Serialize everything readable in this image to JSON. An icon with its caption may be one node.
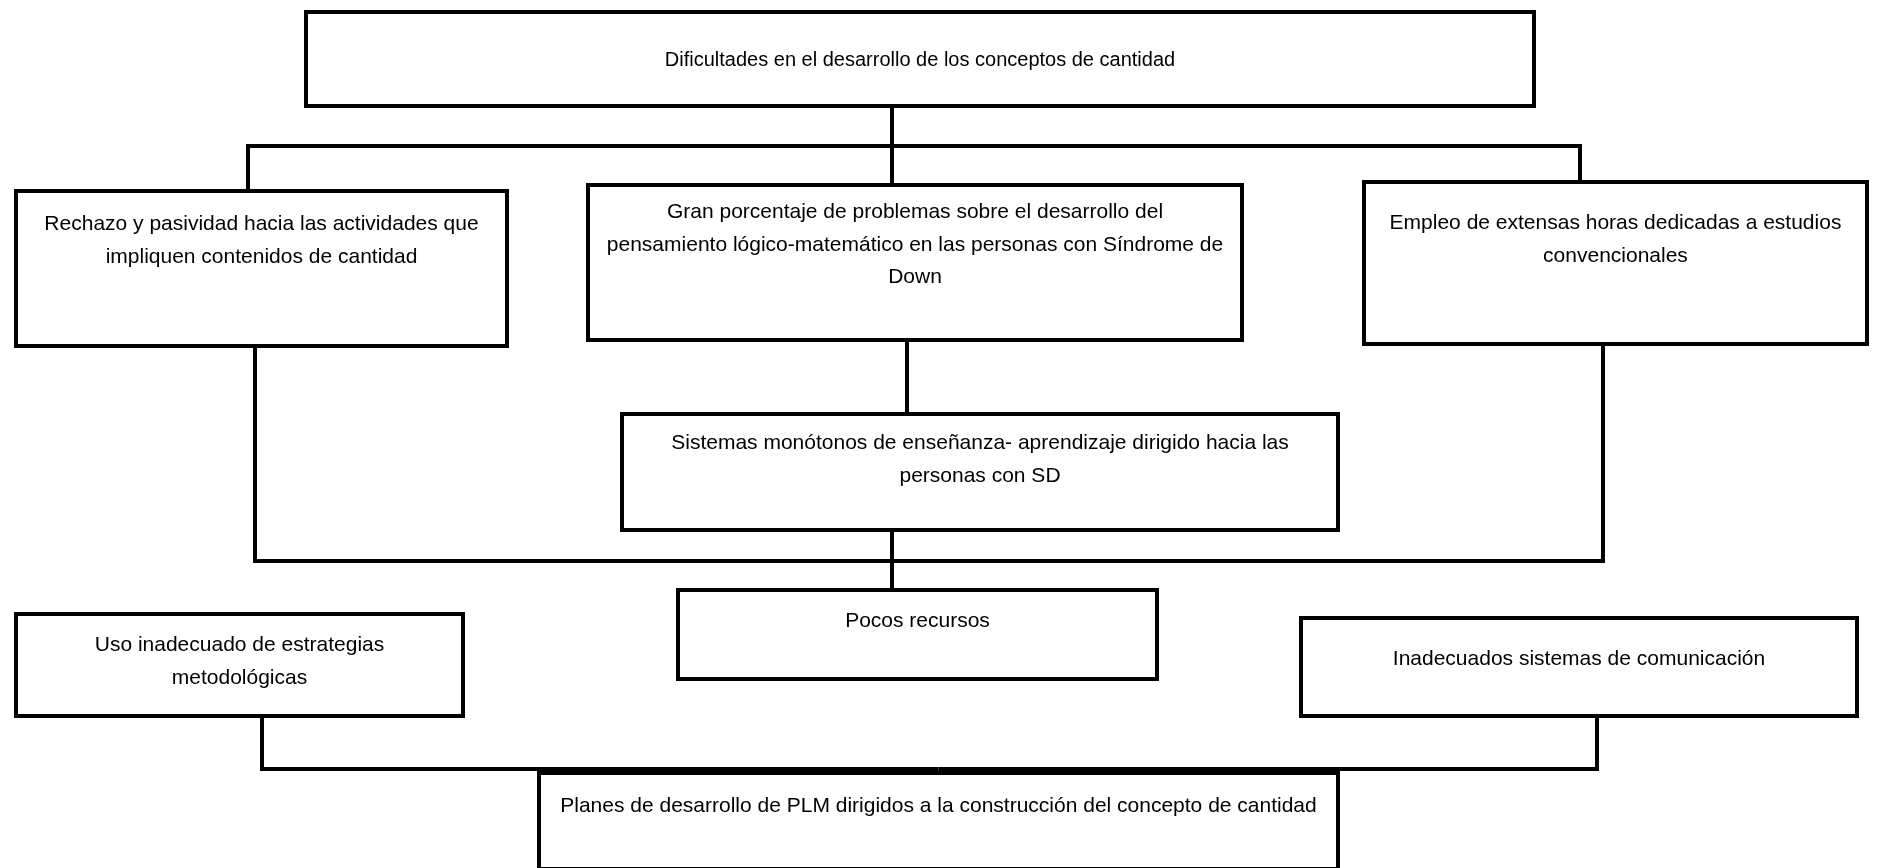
{
  "diagram": {
    "nodes": [
      {
        "text": [
          "Dificultades en el desarrollo de los conceptos de cantidad"
        ]
      },
      {
        "text": [
          "Rechazo y pasividad hacia las actividades que impliquen contenidos de cantidad"
        ]
      },
      {
        "text": [
          "Gran porcentaje de problemas  sobre el desarrollo del pensamiento lógico-matemático en las personas con Síndrome de Down"
        ]
      },
      {
        "text": [
          "Empleo de extensas horas dedicadas a estudios convencionales"
        ]
      },
      {
        "text": [
          "Sistemas monótonos de enseñanza- aprendizaje dirigido hacia las personas con SD"
        ]
      },
      {
        "text": [
          "Uso inadecuado de estrategias metodológicas"
        ]
      },
      {
        "text": [
          "Pocos recursos"
        ]
      },
      {
        "text": [
          "Inadecuados sistemas de comunicación"
        ]
      },
      {
        "text": [
          "Planes de desarrollo de PLM dirigidos a la construcción del concepto de cantidad"
        ]
      }
    ],
    "edges": [
      {
        "from": 0,
        "to": 1,
        "arrow": "none"
      },
      {
        "from": 0,
        "to": 2,
        "arrow": "none"
      },
      {
        "from": 0,
        "to": 3,
        "arrow": "none"
      },
      {
        "from": 2,
        "to": 4,
        "arrow": "none"
      },
      {
        "from": 1,
        "to": 6,
        "arrow": "none"
      },
      {
        "from": 4,
        "to": 6,
        "arrow": "none"
      },
      {
        "from": 3,
        "to": 6,
        "arrow": "none"
      },
      {
        "from": 5,
        "to": 8,
        "arrow": "none"
      },
      {
        "from": 7,
        "to": 8,
        "arrow": "none"
      }
    ]
  }
}
